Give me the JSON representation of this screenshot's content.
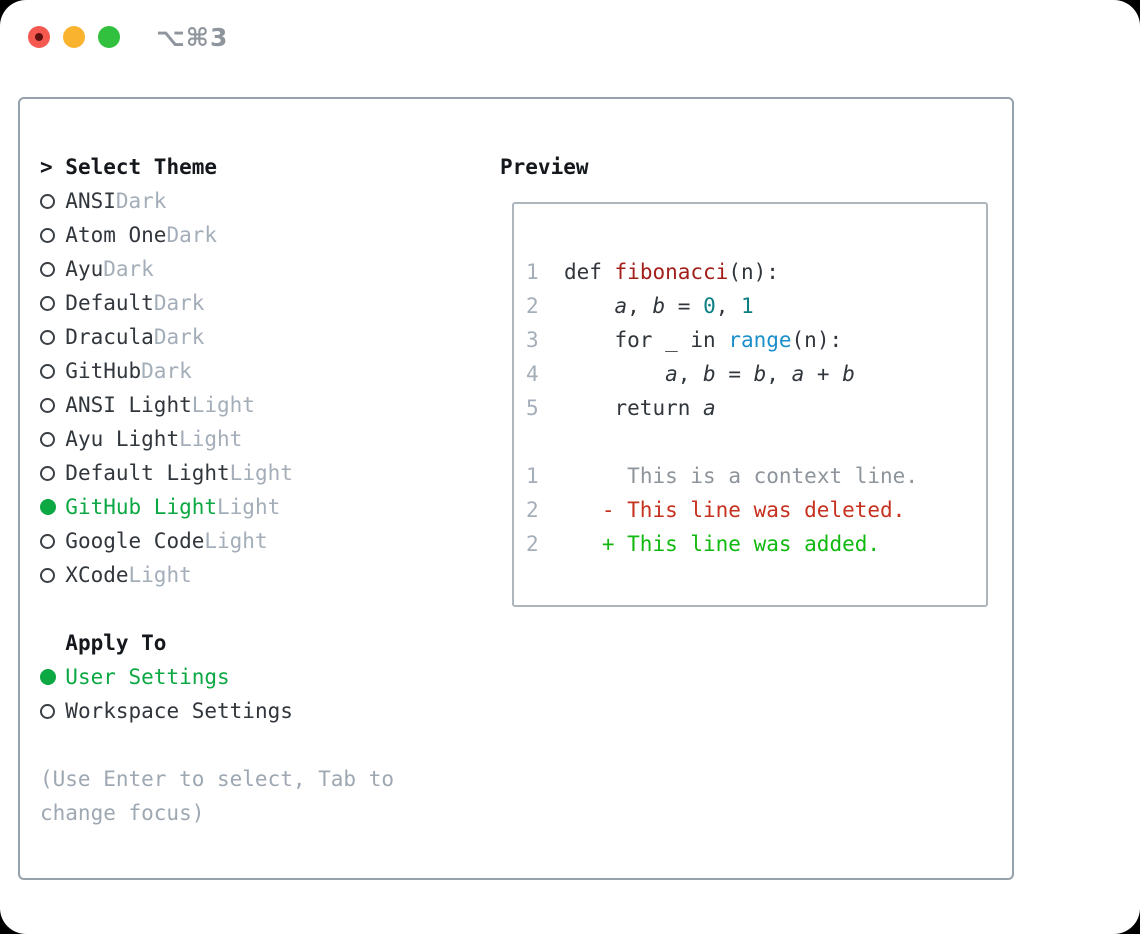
{
  "window": {
    "shortcut_label": "⌥⌘3"
  },
  "colors": {
    "selection_green": "#0ca843",
    "diff_added_green": "#10b90f",
    "diff_deleted_red": "#c6311f",
    "function_red": "#a31f1a",
    "number_teal": "#0b7e82",
    "builtin_blue": "#1b8fca",
    "muted_gray": "#a4aeb9",
    "panel_border": "#97a1ab"
  },
  "theme_panel": {
    "prompt": ">",
    "header": "Select Theme",
    "themes": [
      {
        "name": "ANSI",
        "tag": "Dark",
        "selected": false
      },
      {
        "name": "Atom One",
        "tag": "Dark",
        "selected": false
      },
      {
        "name": "Ayu",
        "tag": "Dark",
        "selected": false
      },
      {
        "name": "Default",
        "tag": "Dark",
        "selected": false
      },
      {
        "name": "Dracula",
        "tag": "Dark",
        "selected": false
      },
      {
        "name": "GitHub",
        "tag": "Dark",
        "selected": false
      },
      {
        "name": "ANSI Light",
        "tag": "Light",
        "selected": false
      },
      {
        "name": "Ayu Light",
        "tag": "Light",
        "selected": false
      },
      {
        "name": "Default Light",
        "tag": "Light",
        "selected": false
      },
      {
        "name": "GitHub Light",
        "tag": "Light",
        "selected": true
      },
      {
        "name": "Google Code",
        "tag": "Light",
        "selected": false
      },
      {
        "name": "XCode",
        "tag": "Light",
        "selected": false
      }
    ],
    "apply_to": {
      "header": "Apply To",
      "options": [
        {
          "label": "User Settings",
          "selected": true
        },
        {
          "label": "Workspace Settings",
          "selected": false
        }
      ]
    },
    "help_text": "(Use Enter to select, Tab to change focus)"
  },
  "preview": {
    "header": "Preview",
    "lines": [
      {
        "tokens": [
          [
            "1",
            "ln"
          ],
          [
            "  ",
            "code"
          ],
          [
            "def ",
            "code"
          ],
          [
            "fibonacci",
            "fn"
          ],
          [
            "(n):",
            "code"
          ]
        ]
      },
      {
        "tokens": [
          [
            "2",
            "ln"
          ],
          [
            "      ",
            "code"
          ],
          [
            "a",
            "var"
          ],
          [
            ", ",
            "code"
          ],
          [
            "b",
            "var"
          ],
          [
            " = ",
            "code"
          ],
          [
            "0",
            "num"
          ],
          [
            ", ",
            "code"
          ],
          [
            "1",
            "num"
          ]
        ]
      },
      {
        "tokens": [
          [
            "3",
            "ln"
          ],
          [
            "      ",
            "code"
          ],
          [
            "for _ in ",
            "code"
          ],
          [
            "range",
            "builtin"
          ],
          [
            "(n):",
            "code"
          ]
        ]
      },
      {
        "tokens": [
          [
            "4",
            "ln"
          ],
          [
            "          ",
            "code"
          ],
          [
            "a",
            "var"
          ],
          [
            ", ",
            "code"
          ],
          [
            "b",
            "var"
          ],
          [
            " = ",
            "code"
          ],
          [
            "b",
            "var"
          ],
          [
            ", ",
            "code"
          ],
          [
            "a",
            "var"
          ],
          [
            " + ",
            "code"
          ],
          [
            "b",
            "var"
          ]
        ]
      },
      {
        "tokens": [
          [
            "5",
            "ln"
          ],
          [
            "      ",
            "code"
          ],
          [
            "return ",
            "code"
          ],
          [
            "a",
            "var"
          ]
        ]
      },
      {
        "tokens": []
      },
      {
        "tokens": [
          [
            "1",
            "ln"
          ],
          [
            "       ",
            "code"
          ],
          [
            "This is a context line.",
            "ctx"
          ]
        ]
      },
      {
        "tokens": [
          [
            "2",
            "ln"
          ],
          [
            "     ",
            "code"
          ],
          [
            "- This line was deleted.",
            "del"
          ]
        ]
      },
      {
        "tokens": [
          [
            "2",
            "ln"
          ],
          [
            "     ",
            "code"
          ],
          [
            "+ This line was added.",
            "add"
          ]
        ]
      }
    ]
  }
}
